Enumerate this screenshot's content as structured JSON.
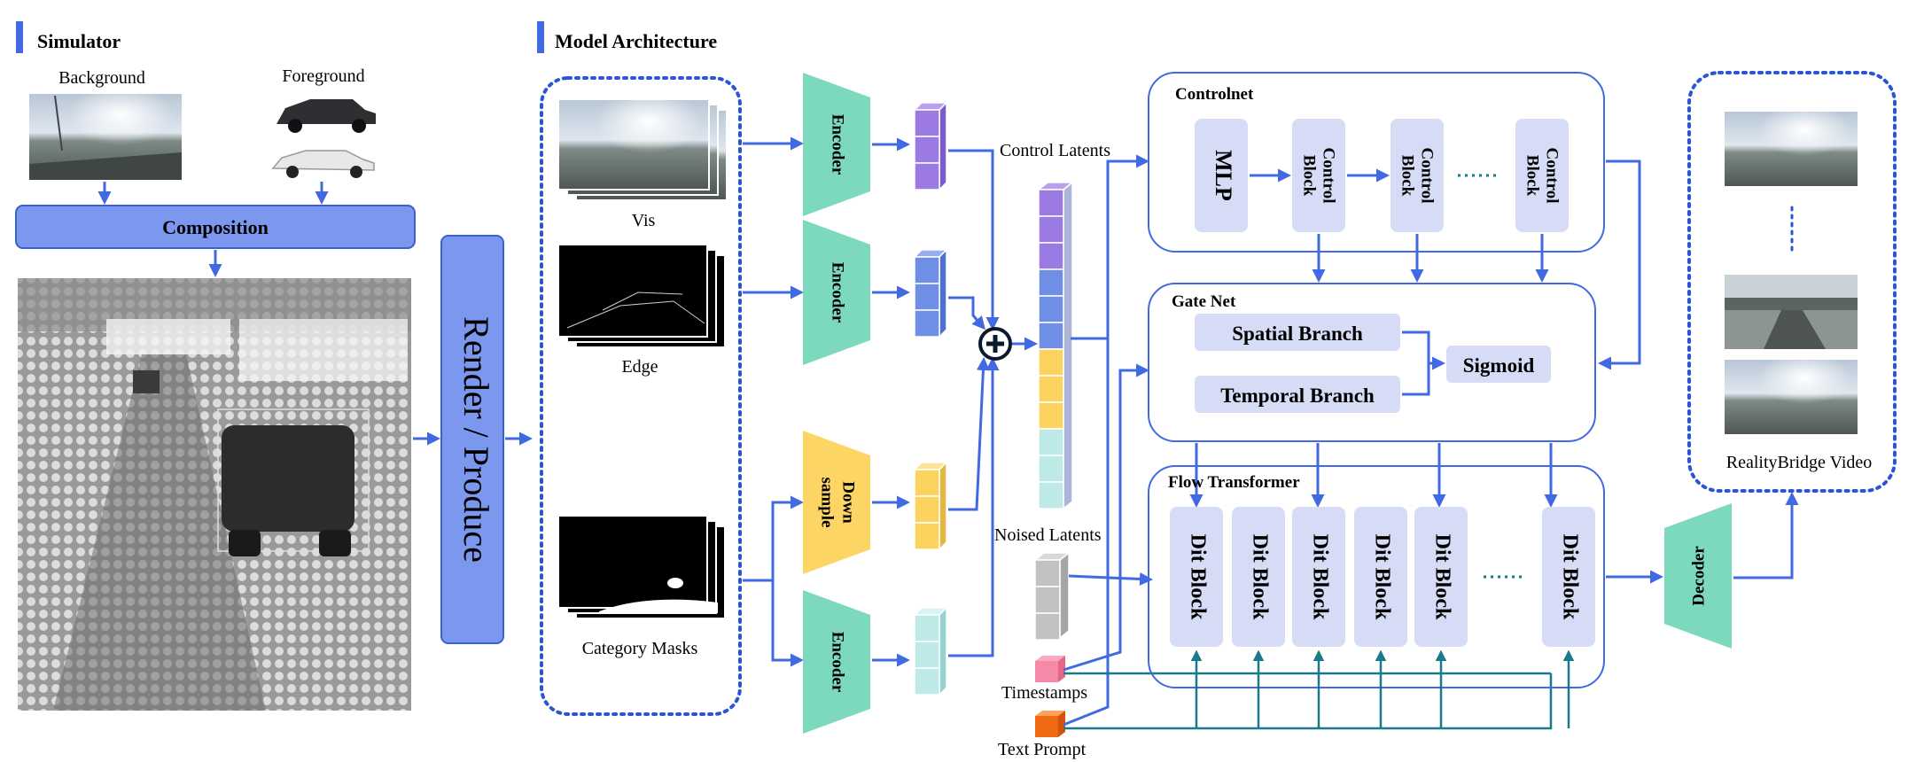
{
  "simulator": {
    "section_title": "Simulator",
    "background_label": "Background",
    "foreground_label": "Foreground",
    "composition_label": "Composition"
  },
  "render_produce": "Render / Produce",
  "model": {
    "section_title": "Model Architecture",
    "inputs": {
      "vis": "Vis",
      "edge": "Edge",
      "masks": "Category Masks"
    },
    "encoder_label": "Encoder",
    "downsample_label_1": "Down",
    "downsample_label_2": "sample",
    "control_latents": "Control Latents",
    "noised_latents": "Noised Latents",
    "timestamps": "Timestamps",
    "text_prompt": "Text Prompt"
  },
  "controlnet": {
    "title": "Controlnet",
    "mlp": "MLP",
    "block_line1": "Control",
    "block_line2": "Block"
  },
  "gatenet": {
    "title": "Gate Net",
    "spatial": "Spatial Branch",
    "temporal": "Temporal Branch",
    "sigmoid": "Sigmoid"
  },
  "flow": {
    "title": "Flow Transformer",
    "dit_block": "Dit Block"
  },
  "decoder_label": "Decoder",
  "output_label": "RealityBridge Video",
  "colors": {
    "accent_blue": "#4169e1",
    "block_fill": "#d6dcf5",
    "encoder_green": "#7dd9bd",
    "downsample_yellow": "#fdd565",
    "composition_fill": "#7b97ee",
    "teal_line": "#1a7a8c"
  }
}
